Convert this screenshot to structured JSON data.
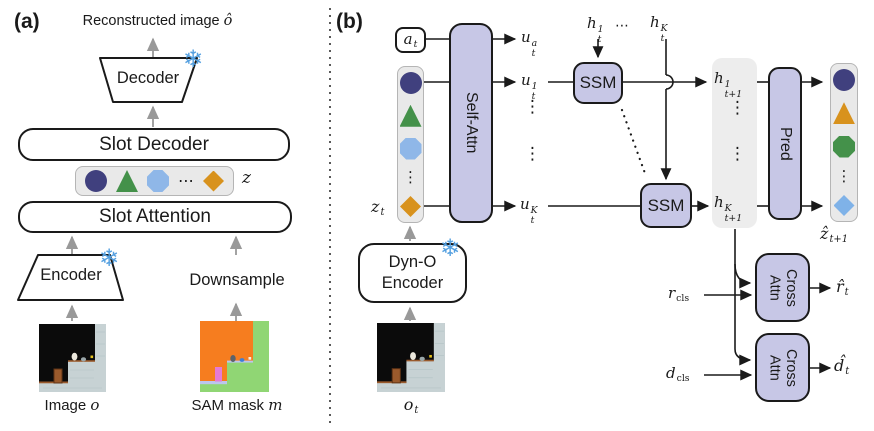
{
  "colors": {
    "ink": "#1a1a1a",
    "arrow_gray": "#999999",
    "lavender": "#c7c7e6",
    "slot_bg": "#e9e9e9",
    "panel_bg": "#ededed",
    "navy": "#40407e",
    "green": "#44914a",
    "light_blue": "#8fb7e8",
    "orange": "#d8921d",
    "blue_diamond": "#7fb2e8",
    "snowflake": "#55a0e0",
    "scene_black": "#0b0b0b",
    "scene_wall": "#c7d2d4",
    "scene_wall_shade": "#9fb3b6",
    "scene_brown": "#9a5a2c",
    "scene_brown_dark": "#5f3315",
    "scene_char": "#ece8dd",
    "scene_rock": "#9aa7aa",
    "scene_coin": "#e6c21f",
    "mask_orange": "#f67d1f",
    "mask_green": "#90d674",
    "mask_lavender": "#bcc6ec",
    "mask_pink": "#e57ad5",
    "mask_gray": "#5c636b",
    "mask_blue": "#3f7fd6",
    "mask_white": "#f3efe5"
  },
  "panel_a": {
    "label": "(a)",
    "recon_caption": {
      "prefix": "Reconstructed image",
      "var": "ô"
    },
    "decoder": "Decoder",
    "slot_decoder": "Slot Decoder",
    "z_label": "z",
    "slot_attention": "Slot Attention",
    "encoder": "Encoder",
    "downsample": "Downsample",
    "image_caption": {
      "prefix": "Image",
      "var": "o"
    },
    "sam_caption": {
      "prefix": "SAM mask",
      "var": "m"
    },
    "snowflake": "❄"
  },
  "panel_b": {
    "label": "(b)",
    "a_t": {
      "base": "a",
      "sub": "t"
    },
    "z_t": {
      "base": "z",
      "sub": "t"
    },
    "self_attn": "Self-Attn",
    "u_a": {
      "base": "u",
      "sub": "t",
      "sup": "a"
    },
    "u_1": {
      "base": "u",
      "sub": "t",
      "sup": "1"
    },
    "u_K": {
      "base": "u",
      "sub": "t",
      "sup": "K"
    },
    "ssm1": "SSM",
    "ssm2": "SSM",
    "h_1": {
      "base": "h",
      "sub": "t",
      "sup": "1"
    },
    "h_K": {
      "base": "h",
      "sub": "t",
      "sup": "K"
    },
    "h1_next": {
      "base": "h",
      "sub": "t+1",
      "sup": "1"
    },
    "hK_next": {
      "base": "h",
      "sub": "t+1",
      "sup": "K"
    },
    "pred": "Pred",
    "cross_attn": "Cross\nAttn",
    "z_next": {
      "base": "ẑ",
      "sub": "t+1"
    },
    "r_cls": {
      "base": "r",
      "sub": "cls"
    },
    "r_hat": {
      "base": "r̂",
      "sub": "t"
    },
    "d_cls": {
      "base": "d",
      "sub": "cls"
    },
    "d_hat": {
      "base": "d̂",
      "sub": "t"
    },
    "o_t": {
      "base": "o",
      "sub": "t"
    },
    "dyn_o_encoder": "Dyn-O\nEncoder",
    "snowflake": "❄"
  },
  "glyphs": {
    "hdots": "⋯",
    "vdots": "⋮"
  }
}
